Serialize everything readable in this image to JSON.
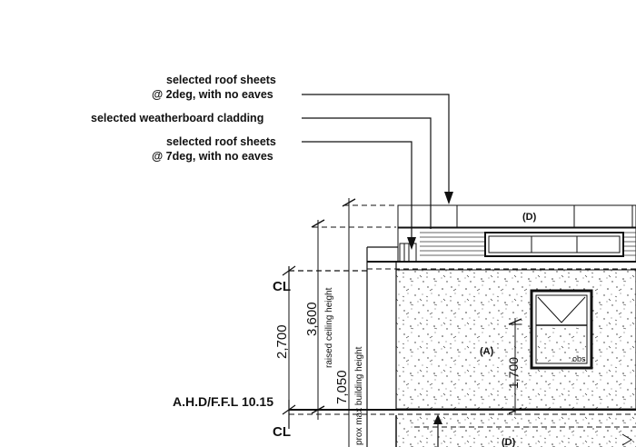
{
  "notes": {
    "roof_2deg_line1": "selected roof sheets",
    "roof_2deg_line2": "@ 2deg, with no eaves",
    "cladding": "selected weatherboard cladding",
    "roof_7deg_line1": "selected roof sheets",
    "roof_7deg_line2": "@ 7deg, with no eaves"
  },
  "levels": {
    "ceiling": "CL",
    "ahd": "A.H.D/F.F.L 10.15"
  },
  "dimensions": {
    "ceiling_height": "2,700",
    "raised_ceiling": "3,600",
    "raised_ceiling_label": "raised ceiling height",
    "max_height": "7,050",
    "max_height_label": "prox max building height",
    "window_sill": "1,700"
  },
  "tags": {
    "roof_material": "(D)",
    "wall_material": "(A)",
    "lower_material": "(D)",
    "window_type": "obs"
  },
  "colors": {
    "line": "#111111",
    "background": "#ffffff"
  }
}
